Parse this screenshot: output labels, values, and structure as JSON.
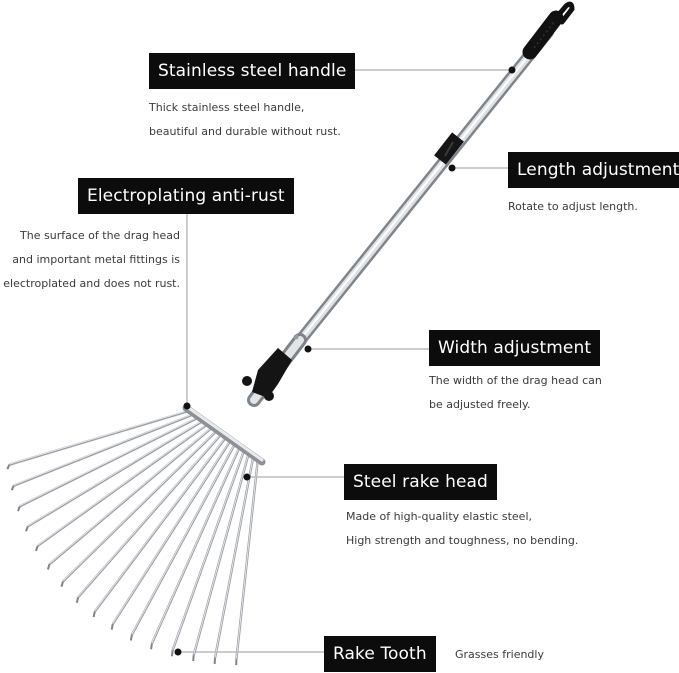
{
  "colors": {
    "label_bg": "#0c0c0c",
    "label_text": "#ffffff",
    "body_text": "#3a3a3a",
    "leader_line": "#9a9a9a",
    "steel": "#c9ccd0",
    "grip": "#111111"
  },
  "callouts": {
    "handle": {
      "title": "Stainless steel handle",
      "lines": [
        "Thick stainless steel handle,",
        "beautiful and durable without rust."
      ]
    },
    "length": {
      "title": "Length adjustment",
      "lines": [
        "Rotate to adjust length."
      ]
    },
    "plating": {
      "title": "Electroplating anti-rust",
      "lines": [
        "The surface of the drag head",
        "and important metal fittings is",
        "electroplated and does not rust."
      ]
    },
    "width": {
      "title": "Width adjustment",
      "lines": [
        "The width of the drag head can",
        "be adjusted freely."
      ]
    },
    "head": {
      "title": "Steel rake head",
      "lines": [
        "Made of high-quality elastic steel,",
        "High strength and toughness, no bending."
      ]
    },
    "tooth": {
      "title": "Rake Tooth",
      "lines": [
        "Grasses friendly"
      ]
    }
  }
}
